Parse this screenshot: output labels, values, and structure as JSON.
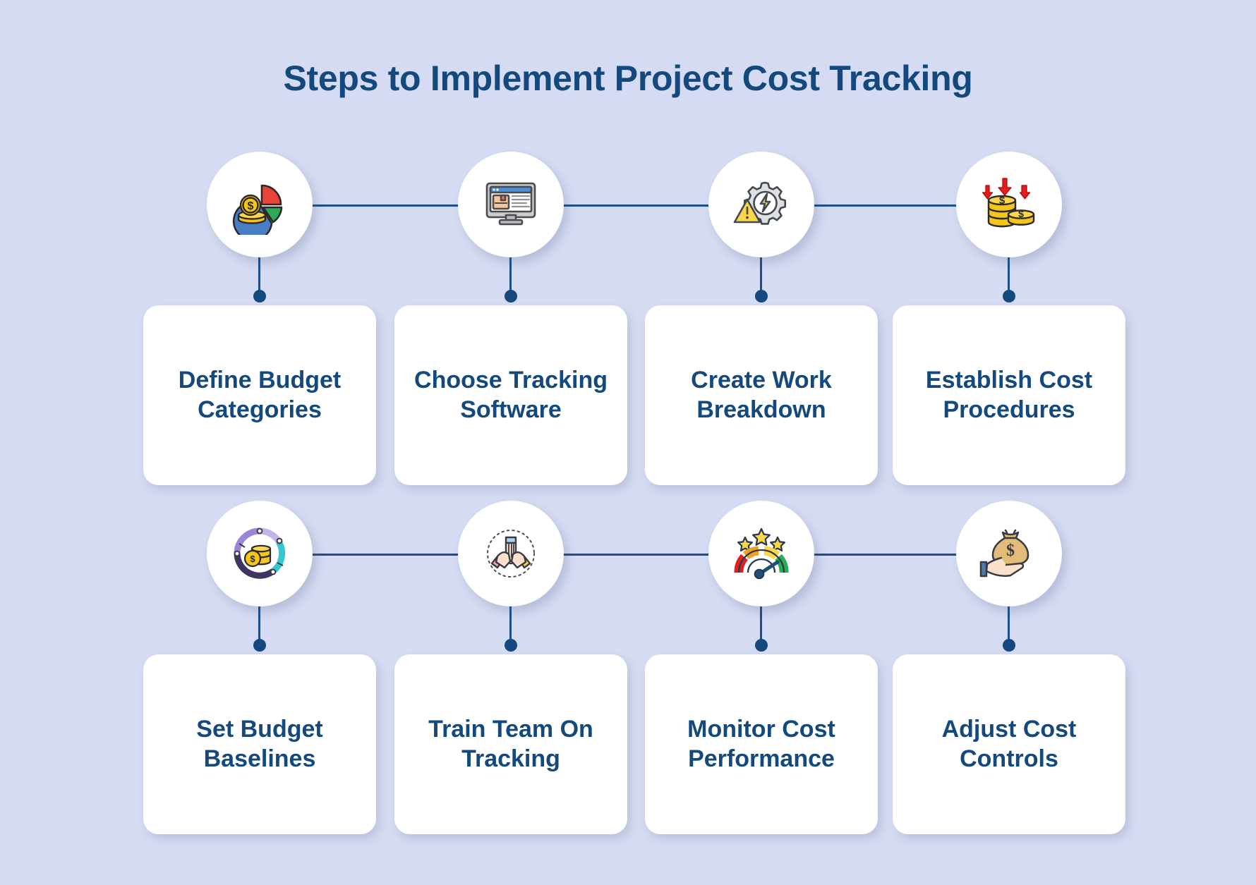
{
  "title": "Steps to Implement Project Cost Tracking",
  "background_color": "#d5dbf2",
  "accent_color": "#14497e",
  "connector_color": "#1d4f8c",
  "card_color": "#ffffff",
  "rows": [
    {
      "steps": [
        {
          "label": "Define Budget Categories",
          "icon": "pie-chart-coins-icon"
        },
        {
          "label": "Choose Tracking Software",
          "icon": "monitor-software-icon"
        },
        {
          "label": "Create Work Breakdown",
          "icon": "gear-warning-icon"
        },
        {
          "label": "Establish Cost Procedures",
          "icon": "coins-down-arrows-icon"
        }
      ]
    },
    {
      "steps": [
        {
          "label": "Set Budget Baselines",
          "icon": "donut-chart-coins-icon"
        },
        {
          "label": "Train Team On Tracking",
          "icon": "teamwork-hands-icon"
        },
        {
          "label": "Monitor Cost Performance",
          "icon": "gauge-stars-icon"
        },
        {
          "label": "Adjust Cost Controls",
          "icon": "hand-money-bag-icon"
        }
      ]
    }
  ]
}
